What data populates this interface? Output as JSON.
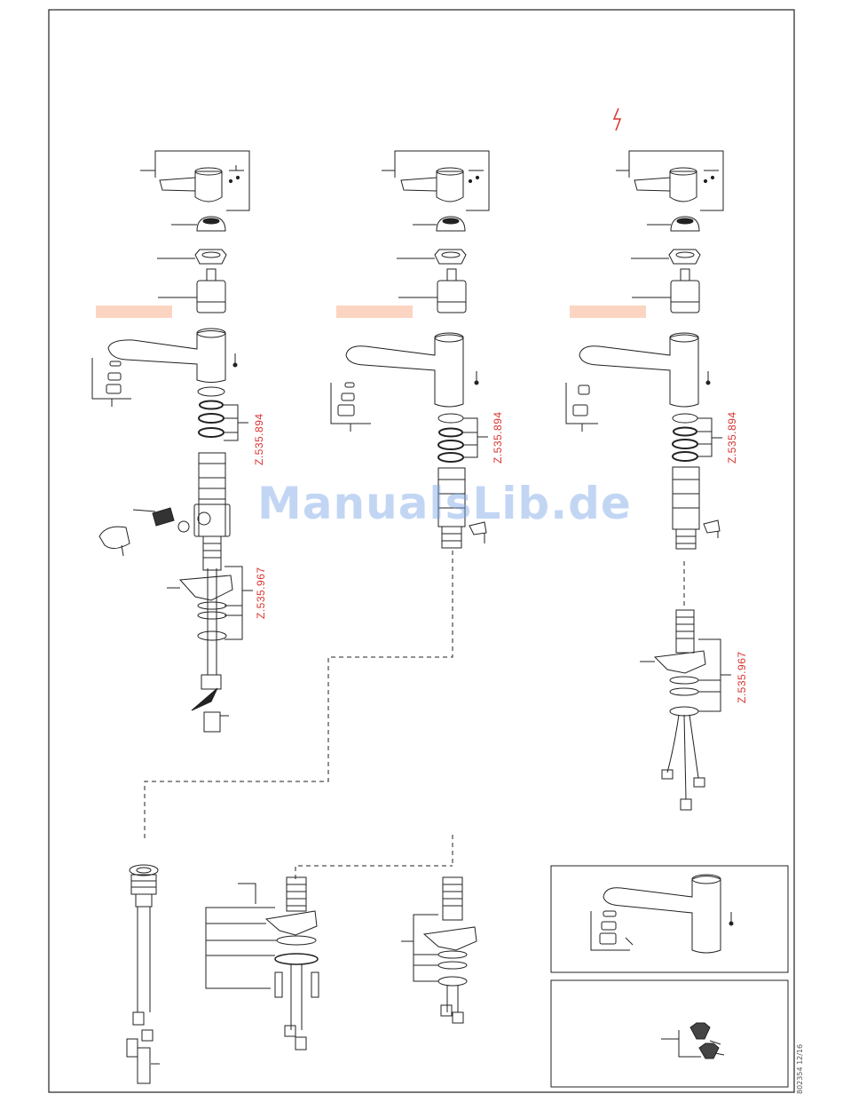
{
  "page": {
    "watermark": "ManualsLib.de",
    "doc_number": "802354  12/16",
    "accent_color": "#d8332e",
    "highlight_color": "#fbd5c2"
  },
  "columns": [
    {
      "name": "left",
      "seal_kit": "Z.535.894",
      "mount_kit": "Z.535.967"
    },
    {
      "name": "middle",
      "seal_kit": "Z.535.894"
    },
    {
      "name": "right",
      "seal_kit": "Z.535.894",
      "mount_kit": "Z.535.967",
      "warning_icon": "lightning-icon"
    }
  ]
}
